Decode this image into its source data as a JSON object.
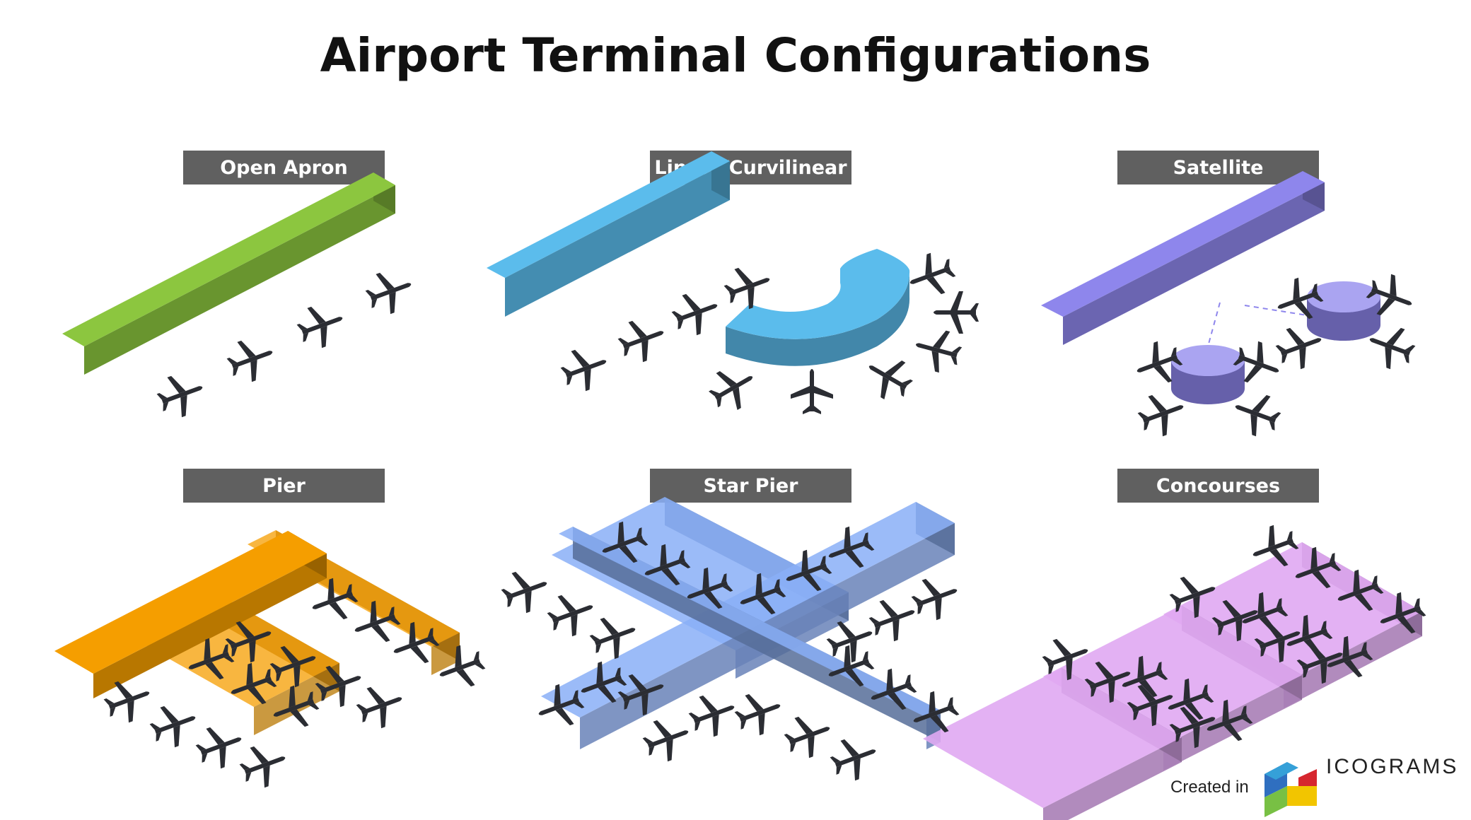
{
  "title": "Airport Terminal Configurations",
  "panels": [
    {
      "label": "Open Apron",
      "color": "#8cc63f"
    },
    {
      "label": "Linear/Curvilinear",
      "color": "#5bbcec"
    },
    {
      "label": "Satellite",
      "color": "#8e86ec"
    },
    {
      "label": "Pier",
      "color": "#f59e00"
    },
    {
      "label": "Star Pier",
      "color": "#8aaff7"
    },
    {
      "label": "Concourses",
      "color": "#e0a8f2"
    }
  ],
  "footer": {
    "created_in": "Created in",
    "brand": "ICOGRAMS"
  }
}
